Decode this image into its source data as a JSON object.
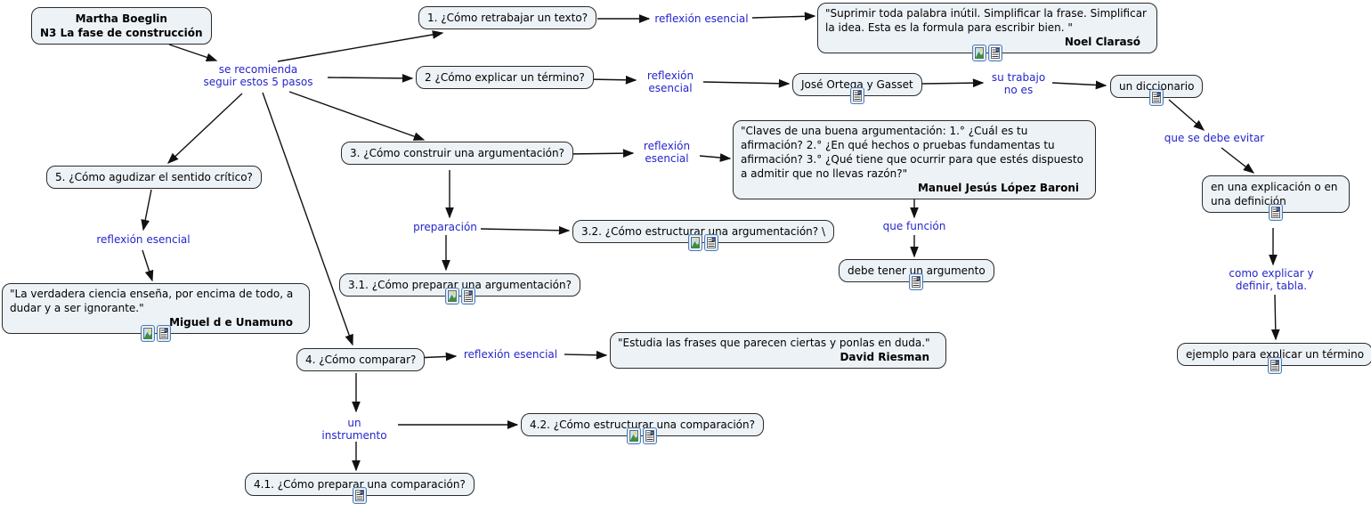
{
  "colors": {
    "node_fill": "#edf2f6",
    "node_border": "#2b2b2b",
    "link_label_blue": "#2525cc",
    "line_color": "#111111",
    "icon_border_blue": "#4a7ebd"
  },
  "title_node": {
    "line1": "Martha Boeglin",
    "line2": "N3 La fase de construcción"
  },
  "hub_label": {
    "line1": "se recomienda",
    "line2": "seguir estos 5 pasos"
  },
  "concepts": {
    "q1": "1. ¿Cómo retrabajar un texto?",
    "q2": "2 ¿Cómo explicar un término?",
    "q3": "3. ¿Cómo construir una argumentación?",
    "q31": "3.1. ¿Cómo preparar una argumentación?",
    "q32": "3.2. ¿Cómo estructurar una argumentación? \\",
    "q4": "4. ¿Cómo comparar?",
    "q41": "4.1. ¿Cómo preparar una comparación?",
    "q42": "4.2. ¿Cómo estructurar una comparación?",
    "q5": "5. ¿Cómo agudizar el sentido crítico?",
    "jose": "José Ortega y Gasset",
    "diccionario": "un diccionario",
    "explicacion": "en una explicación o en una definición",
    "argumento": "debe tener un argumento",
    "ejemplo": "ejemplo para explicar un término"
  },
  "quotes": {
    "noel": {
      "text": "\"Suprimir toda palabra inútil. Simplificar la frase. Simplificar la idea. Esta es la formula para escribir bien. \"",
      "author": "Noel Clarasó"
    },
    "manuel": {
      "text": "\"Claves de una buena argumentación: 1.° ¿Cuál es tu afirmación? 2.° ¿En qué hechos o pruebas fundamentas tu afirmación? 3.° ¿Qué tiene que ocurrir para que estés dispuesto a admitir que no llevas razón?\"",
      "author": "Manuel Jesús López Baroni"
    },
    "miguel": {
      "text": "\"La verdadera ciencia enseña, por encima de todo, a dudar y a ser ignorante.\"",
      "author": "Miguel d e Unamuno"
    },
    "david": {
      "text": "\"Estudia las frases que parecen ciertas y ponlas en duda.\"",
      "author": "David Riesman"
    }
  },
  "link_labels": {
    "reflexion_1": "reflexión esencial",
    "reflexion_2a": "reflexión",
    "reflexion_2b": "esencial",
    "reflexion_3a": "reflexión",
    "reflexion_3b": "esencial",
    "reflexion_4": "reflexión esencial",
    "reflexion_5": "reflexión esencial",
    "su_trabajo_a": "su trabajo",
    "su_trabajo_b": "no es",
    "que_se_debe_evitar": "que se debe evitar",
    "preparacion": "preparación",
    "que_funcion": "que función",
    "como_explicar_a": "como explicar y",
    "como_explicar_b": "definir, tabla.",
    "un_instrumento": "un instrumento"
  },
  "icons": {
    "image": "image-icon",
    "document": "document-icon"
  }
}
